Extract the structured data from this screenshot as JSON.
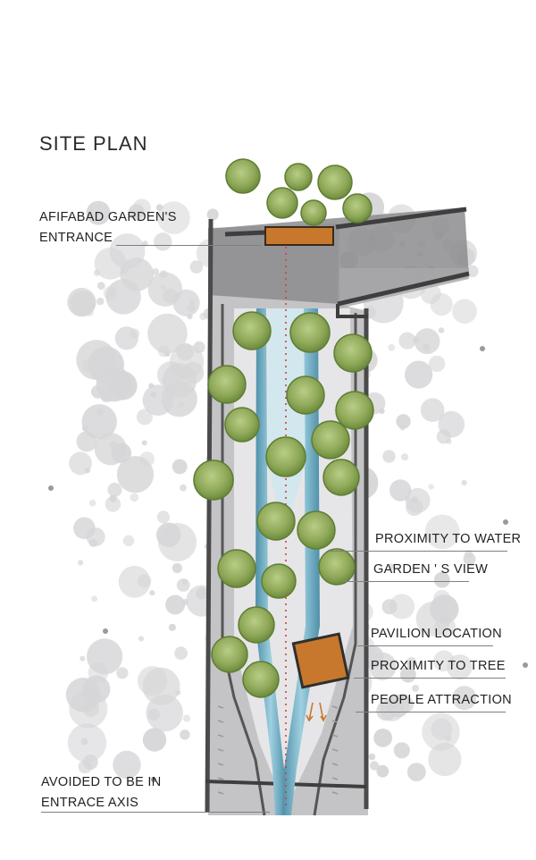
{
  "title": "SITE PLAN",
  "labels": {
    "entrance_line1": "AFIFABAD GARDEN'S",
    "entrance_line2": "ENTRANCE",
    "proximity_water": "PROXIMITY TO WATER",
    "gardens_view": "GARDEN ' S VIEW",
    "pavilion_location": "PAVILION LOCATION",
    "proximity_tree": "PROXIMITY  TO TREE",
    "people_attraction": "PEOPLE ATTRACTION",
    "avoided_line1": "AVOIDED TO BE  IN",
    "avoided_line2": "ENTRACE  AXIS"
  },
  "colors": {
    "paving": "#bdbdbd",
    "wall": "#4a4a4a",
    "water": "#6fa7bd",
    "tree": "#8ea858",
    "pavilion": "#c8782c",
    "axis": "#d04040",
    "background_circles": "#d6d6d8"
  }
}
